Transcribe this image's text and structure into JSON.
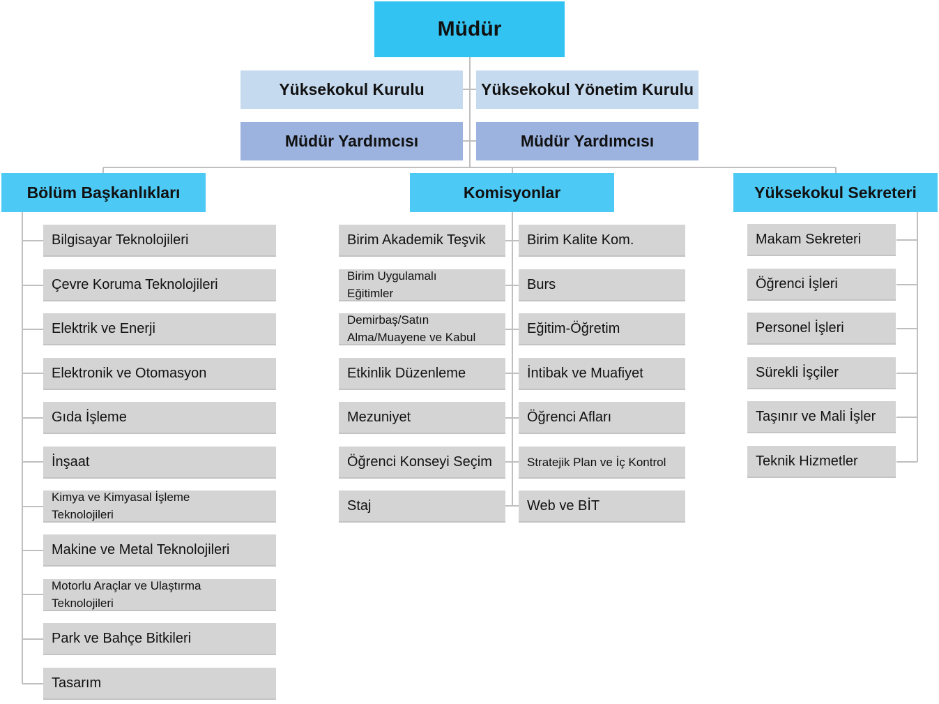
{
  "top": "Müdür",
  "councils": [
    "Yüksekokul Kurulu",
    "Yüksekokul Yönetim Kurulu"
  ],
  "deputies": [
    "Müdür Yardımcısı",
    "Müdür Yardımcısı"
  ],
  "departments": {
    "title": "Bölüm Başkanlıkları",
    "items": [
      "Bilgisayar Teknolojileri",
      "Çevre Koruma Teknolojileri",
      "Elektrik ve Enerji",
      "Elektronik ve Otomasyon",
      "Gıda İşleme",
      "İnşaat",
      "Kimya ve Kimyasal İşleme Teknolojileri",
      "Makine ve Metal Teknolojileri",
      "Motorlu Araçlar ve Ulaştırma Teknolojileri",
      "Park ve Bahçe Bitkileri",
      "Tasarım"
    ]
  },
  "commissions": {
    "title": "Komisyonlar",
    "left_items": [
      "Birim Akademik Teşvik",
      "Birim Uygulamalı Eğitimler",
      "Demirbaş/Satın Alma/Muayene ve Kabul",
      "Etkinlik Düzenleme",
      "Mezuniyet",
      "Öğrenci Konseyi Seçim",
      "Staj"
    ],
    "right_items": [
      "Birim Kalite Kom.",
      "Burs",
      "Eğitim-Öğretim",
      "İntibak ve Muafiyet",
      "Öğrenci Afları",
      "Stratejik Plan ve İç Kontrol",
      "Web ve BİT"
    ]
  },
  "secretary": {
    "title": "Yüksekokul Sekreteri",
    "items": [
      "Makam Sekreteri",
      "Öğrenci İşleri",
      "Personel İşleri",
      "Sürekli İşçiler",
      "Taşınır ve Mali İşler",
      "Teknik Hizmetler"
    ]
  },
  "colors": {
    "top": "#33c3f3",
    "council": "#c6daef",
    "deputy": "#9cb3e0",
    "head": "#4cc9f5",
    "item": "#d4d4d4",
    "connector": "#bfbfbf"
  }
}
